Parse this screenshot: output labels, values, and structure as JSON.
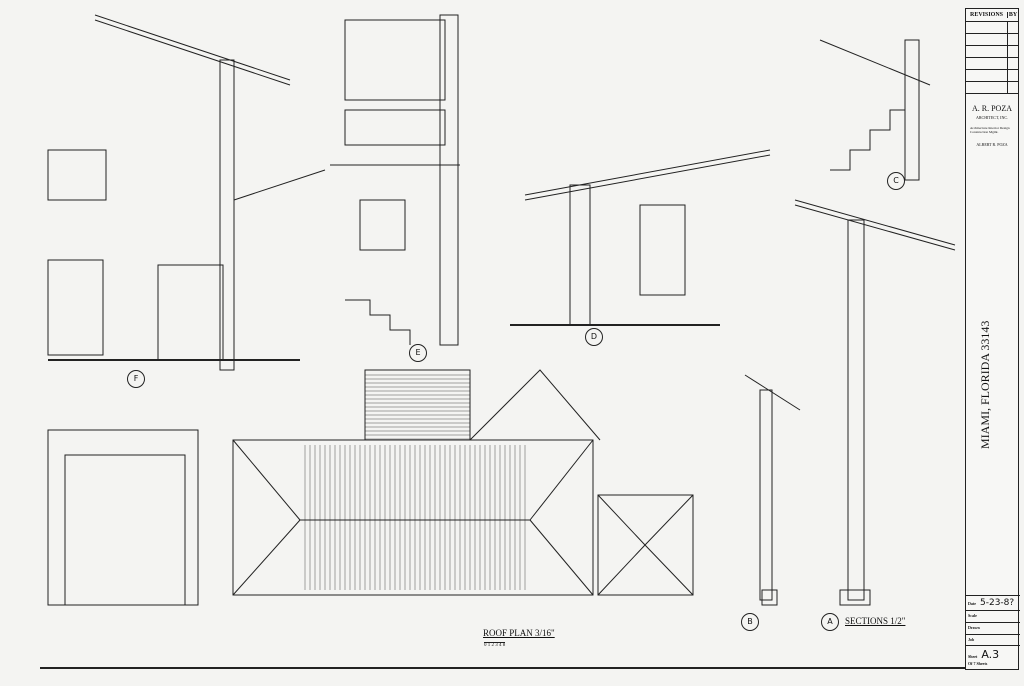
{
  "title_block": {
    "revisions_label": "REVISIONS",
    "by_label": "BY",
    "firm": "A. R. POZA",
    "firm_sub": "ARCHITECT, INC.",
    "services": "Architecture Interior Design Construction Mgmt.",
    "principal": "ALBERT R. POZA",
    "location": "MIAMI, FLORIDA 33143",
    "date_label": "Date",
    "date_value": "5-23-8?",
    "scale_label": "Scale",
    "drawn_label": "Drawn",
    "job_label": "Job",
    "sheet_label": "Sheet",
    "sheet_value": "A.3",
    "of_label": "Of",
    "of_value": "7",
    "sheets_label": "Sheets"
  },
  "drawing_titles": {
    "roof_plan": "ROOF PLAN 3/16\"",
    "sections": "SECTIONS 1/2\""
  },
  "section_markers": [
    "F",
    "E",
    "D",
    "C",
    "B",
    "A"
  ],
  "scale_bar": "0 1 2 3 4   8"
}
